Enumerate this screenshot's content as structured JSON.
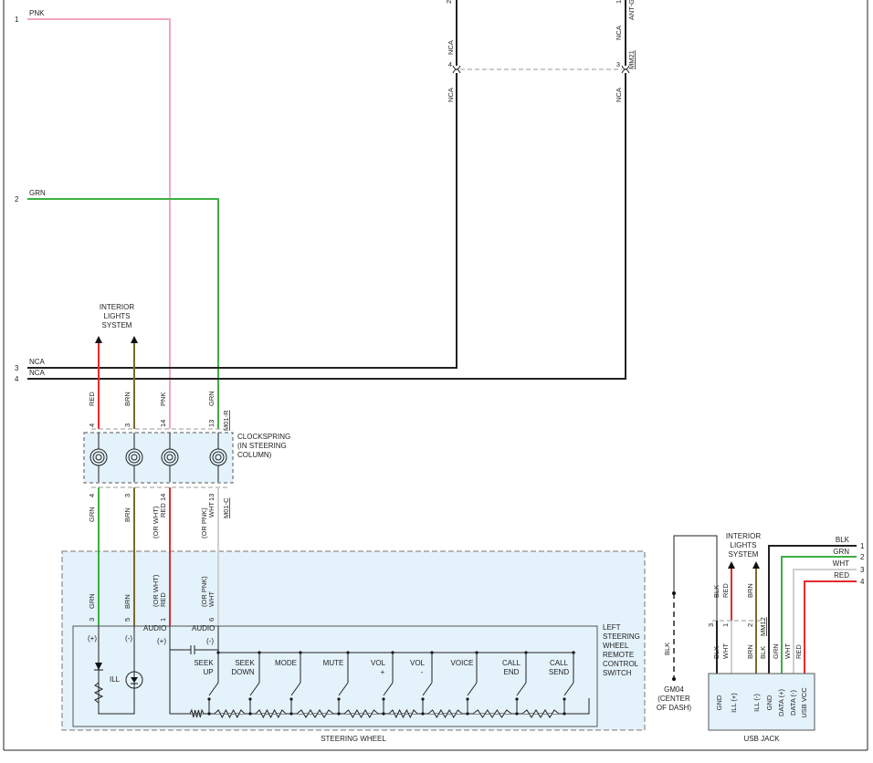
{
  "left_pins": [
    {
      "pin": "1",
      "color": "PNK"
    },
    {
      "pin": "2",
      "color": "GRN"
    },
    {
      "pin": "3",
      "color": "NCA"
    },
    {
      "pin": "4",
      "color": "NCA"
    }
  ],
  "top_nca": {
    "left_pin_top": "2",
    "left_pin": "4",
    "left_label": "NCA",
    "left_label_low": "NCA",
    "right_pin_top": "1",
    "right_pin": "3",
    "right_label": "NCA",
    "right_label_low": "NCA",
    "connector_top": "ANT-G",
    "connector": "MM21"
  },
  "interior_lights": {
    "line1": "INTERIOR",
    "line2": "LIGHTS",
    "line3": "SYSTEM"
  },
  "clockspring": {
    "label1": "CLOCKSPRING",
    "label2": "(IN STEERING",
    "label3": "COLUMN)",
    "connector_top": "M01-R",
    "connector_bottom": "M01-C",
    "top_pins": [
      {
        "pin": "4",
        "color": "RED"
      },
      {
        "pin": "3",
        "color": "BRN"
      },
      {
        "pin": "14",
        "color": "PNK"
      },
      {
        "pin": "13",
        "color": "GRN"
      }
    ],
    "bottom_pins": [
      {
        "pin": "4",
        "color": "GRN"
      },
      {
        "pin": "3",
        "color": "BRN"
      },
      {
        "pin": "14",
        "color": "RED",
        "alt": "(OR WHT)"
      },
      {
        "pin": "13",
        "color": "WHT",
        "alt": "(OR PNK)"
      }
    ]
  },
  "switch": {
    "pins": [
      {
        "pin": "3",
        "color": "GRN"
      },
      {
        "pin": "5",
        "color": "BRN"
      },
      {
        "pin": "1",
        "color": "RED",
        "alt": "(OR WHT)"
      },
      {
        "pin": "6",
        "color": "WHT",
        "alt": "(OR PNK)"
      }
    ],
    "title1": "LEFT",
    "title2": "STEERING",
    "title3": "WHEEL",
    "title4": "REMOTE",
    "title5": "CONTROL",
    "title6": "SWITCH",
    "plus": "(+)",
    "minus": "(-)",
    "ill": "ILL",
    "audio_plus": "AUDIO",
    "audio_plus_sign": "(+)",
    "audio_minus": "AUDIO",
    "audio_minus_sign": "(-)",
    "buttons": [
      {
        "l1": "SEEK",
        "l2": "UP"
      },
      {
        "l1": "SEEK",
        "l2": "DOWN"
      },
      {
        "l1": "MODE",
        "l2": ""
      },
      {
        "l1": "MUTE",
        "l2": ""
      },
      {
        "l1": "VOL",
        "l2": "+"
      },
      {
        "l1": "VOL",
        "l2": "-"
      },
      {
        "l1": "VOICE",
        "l2": ""
      },
      {
        "l1": "CALL",
        "l2": "END"
      },
      {
        "l1": "CALL",
        "l2": "SEND"
      }
    ]
  },
  "steering_wheel_label": "STEERING WHEEL",
  "ground": {
    "wire": "BLK",
    "id": "GM04",
    "loc1": "(CENTER",
    "loc2": "OF DASH)"
  },
  "usb": {
    "title": "USB JACK",
    "connector": "MM12",
    "right_pins": [
      {
        "pin": "1",
        "color": "BLK"
      },
      {
        "pin": "2",
        "color": "GRN"
      },
      {
        "pin": "3",
        "color": "WHT"
      },
      {
        "pin": "4",
        "color": "RED"
      }
    ],
    "pins": [
      {
        "pin": "3",
        "top": "BLK",
        "bottom": "BLK",
        "name": "GND"
      },
      {
        "pin": "1",
        "top": "RED",
        "bottom": "WHT",
        "name": "ILL (+)"
      },
      {
        "pin": "2",
        "top": "BRN",
        "bottom": "BRN",
        "name": "ILL (-)"
      },
      {
        "pin": "",
        "top": "",
        "bottom": "BLK",
        "name": "GND"
      },
      {
        "pin": "",
        "top": "",
        "bottom": "GRN",
        "name": "DATA (+)"
      },
      {
        "pin": "",
        "top": "",
        "bottom": "WHT",
        "name": "DATA (-)"
      },
      {
        "pin": "",
        "top": "",
        "bottom": "RED",
        "name": "USB VCC"
      }
    ]
  }
}
